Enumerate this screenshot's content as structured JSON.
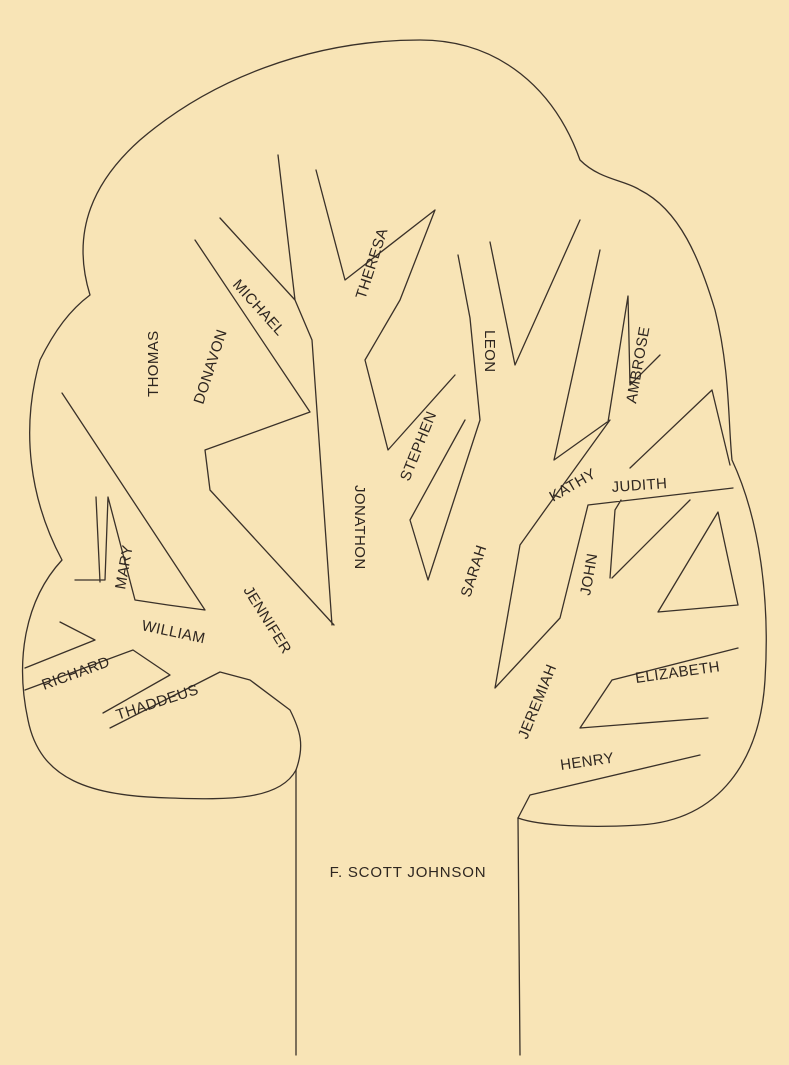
{
  "diagram": {
    "trunk_label": "F. SCOTT JOHNSON",
    "branch_labels": {
      "michael": "MICHAEL",
      "theresa": "THERESA",
      "thomas": "THOMAS",
      "donavon": "DONAVON",
      "leon": "LEON",
      "ambrose": "AMBROSE",
      "stephen": "STEPHEN",
      "jonathon": "JONATHON",
      "kathy": "KATHY",
      "judith": "JUDITH",
      "mary": "MARY",
      "sarah": "SARAH",
      "john": "JOHN",
      "william": "WILLIAM",
      "jennifer": "JENNIFER",
      "richard": "RICHARD",
      "thaddeus": "THADDEUS",
      "elizabeth": "ELIZABETH",
      "jeremiah": "JEREMIAH",
      "henry": "HENRY"
    }
  },
  "colors": {
    "background": "#f8e4b6",
    "line": "#3a3129",
    "text": "#2e2620"
  }
}
